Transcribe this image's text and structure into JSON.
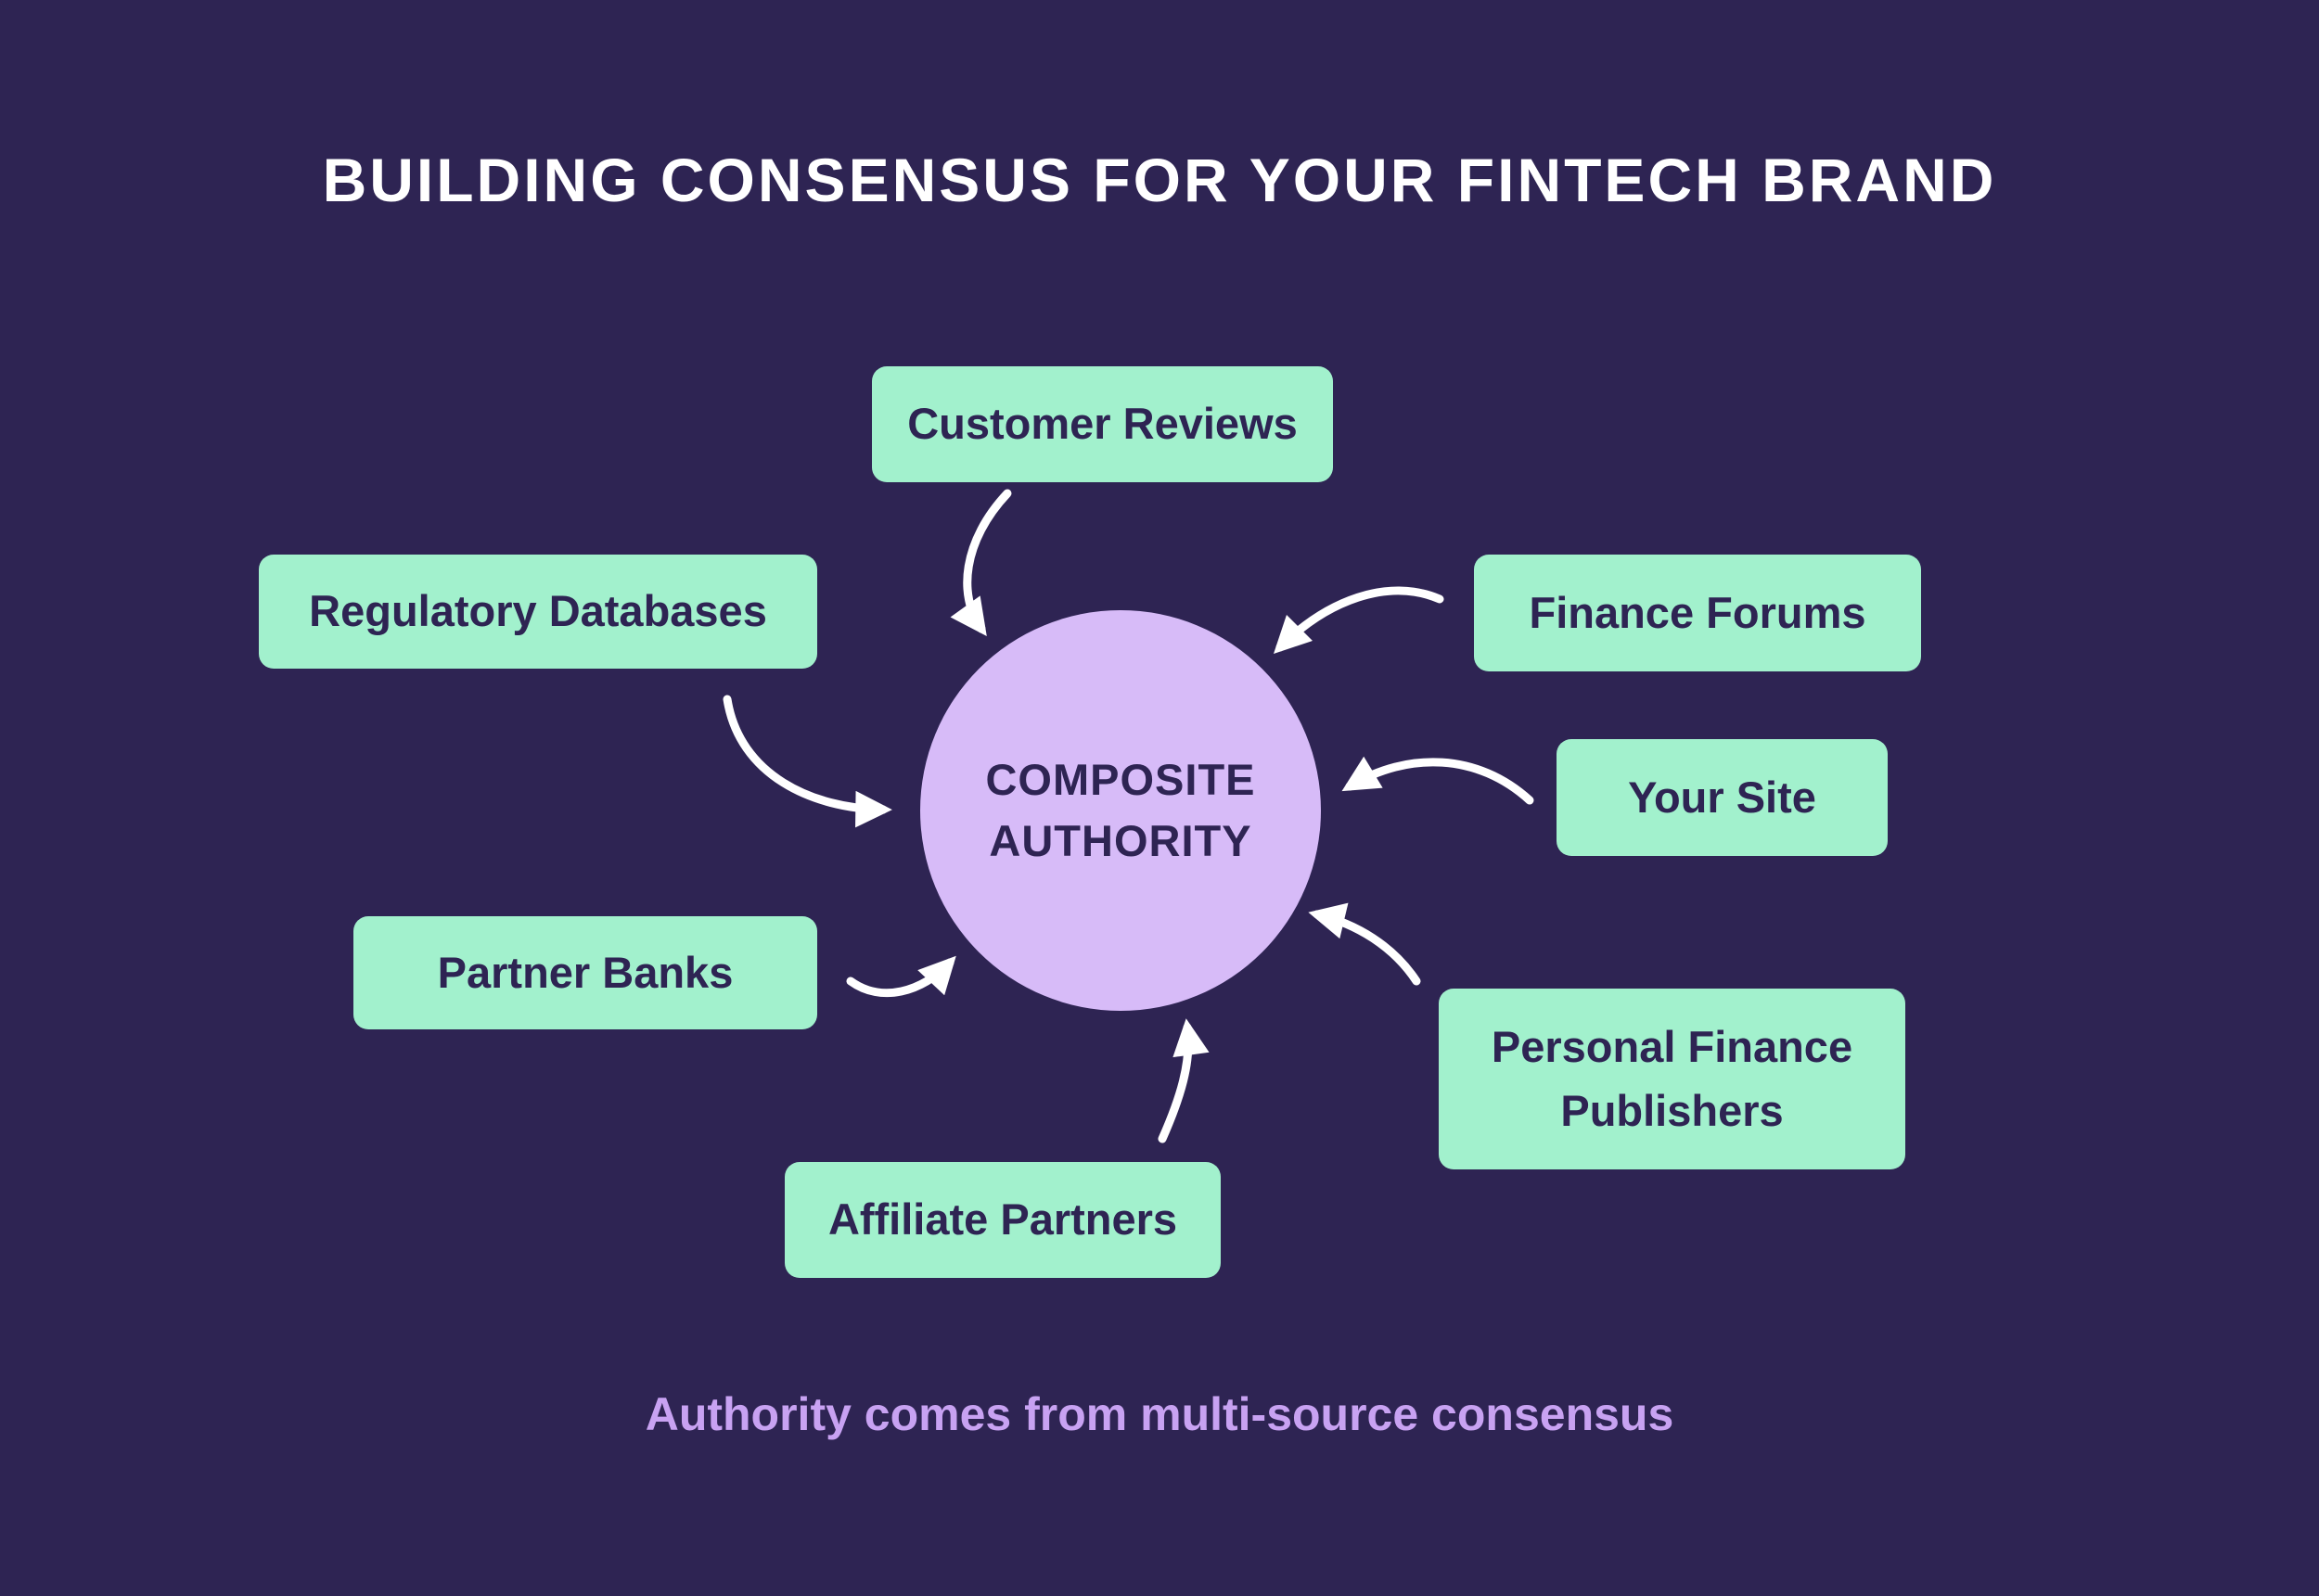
{
  "title": "BUILDING CONSENSUS FOR YOUR FINTECH BRAND",
  "center": {
    "line1": "COMPOSITE",
    "line2": "AUTHORITY"
  },
  "sources": [
    {
      "id": "customer-reviews",
      "label": "Customer Reviews"
    },
    {
      "id": "regulatory-databases",
      "label": "Regulatory Databases"
    },
    {
      "id": "finance-forums",
      "label": "Finance Forums"
    },
    {
      "id": "your-site",
      "label": "Your Site"
    },
    {
      "id": "partner-banks",
      "label": "Partner Banks"
    },
    {
      "id": "personal-finance-publishers",
      "label": "Personal Finance Publishers"
    },
    {
      "id": "affiliate-partners",
      "label": "Affiliate Partners"
    }
  ],
  "caption": "Authority comes from multi-source consensus",
  "colors": {
    "background": "#2E2453",
    "box_fill": "#A2F1CD",
    "circle_fill": "#D7BBF8",
    "box_text": "#2E2453",
    "title_text": "#FFFFFF",
    "caption_text": "#C8A2F2",
    "arrow": "#FFFFFF"
  }
}
